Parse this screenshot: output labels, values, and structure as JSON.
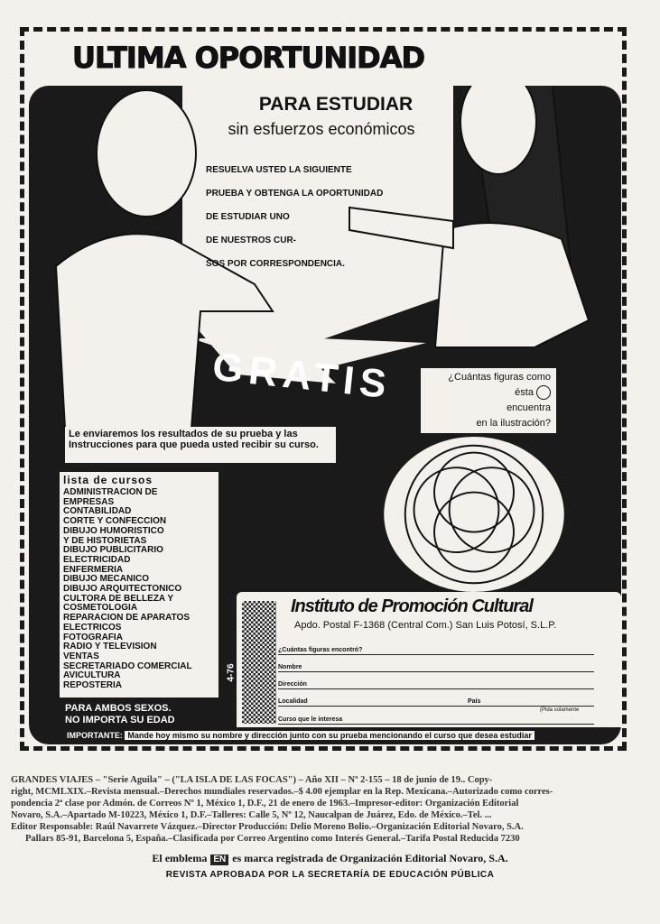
{
  "ad": {
    "headline": "ULTIMA OPORTUNIDAD",
    "subhead1": "PARA ESTUDIAR",
    "subhead2": "sin esfuerzos económicos",
    "intro_lines": [
      "RESUELVA USTED LA SIGUIENTE",
      "PRUEBA Y OBTENGA LA OPORTUNIDAD",
      "DE ESTUDIAR  UNO",
      "DE NUESTROS CUR-",
      "SOS POR CORRESPONDENCIA."
    ],
    "gratis": "GRATIS",
    "results_text": "Le enviaremos los resultados de su prueba y las Instrucciones para que pueda usted recibir su curso.",
    "question": [
      "¿Cuántas figuras como",
      "ésta",
      "encuentra",
      "en la ilustración?"
    ],
    "courses_title": "lista de cursos",
    "courses": [
      "ADMINISTRACION DE",
      "EMPRESAS",
      "CONTABILIDAD",
      "CORTE Y CONFECCION",
      "DIBUJO HUMORISTICO",
      "Y DE HISTORIETAS",
      "DIBUJO PUBLICITARIO",
      "ELECTRICIDAD",
      "ENFERMERIA",
      "DIBUJO MECANICO",
      "DIBUJO ARQUITECTONICO",
      "CULTORA DE BELLEZA Y",
      "COSMETOLOGIA",
      "REPARACION DE APARATOS",
      "ELECTRICOS",
      "FOTOGRAFIA",
      "RADIO Y TELEVISION",
      "VENTAS",
      "SECRETARIADO COMERCIAL",
      "AVICULTURA",
      "REPOSTERIA"
    ],
    "sexes": [
      "PARA AMBOS SEXOS.",
      "NO IMPORTA SU EDAD"
    ],
    "code": "4-76",
    "important_label": "IMPORTANTE:",
    "important_text": "Mande hoy mismo su nombre y dirección junto con su prueba mencionando el curso que desea estudiar"
  },
  "form": {
    "institute": "Instituto de Promoción Cultural",
    "address": "Apdo. Postal F-1368 (Central Com.) San Luis Potosí, S.L.P.",
    "fields": [
      "¿Cuántas figuras encontró?",
      "Nombre",
      "Dirección",
      "Localidad",
      "Curso que le interesa"
    ],
    "pais": "País",
    "note": "(Pida solamente"
  },
  "colophon": [
    "GRANDES VIAJES – \"Serie Aguila\" – (\"LA ISLA DE LAS FOCAS\") – Año XII – Nº 2-155 – 18 de junio de 19.. Copy-",
    "right, MCMLXIX.–Revista mensual.–Derechos mundiales reservados.–$ 4.00 ejemplar en la Rep. Mexicana.–Autorizado como corres-",
    "pondencia 2ª clase por Admón. de Correos Nº 1, México 1, D.F., 21 de enero de 1963.–Impresor-editor: Organización Editorial",
    "Novaro, S.A.–Apartado M-10223, México 1, D.F.–Talleres: Calle 5, Nº 12, Naucalpan de Juárez, Edo. de México.–Tel. ...",
    "Editor Responsable: Raúl Navarrete Vázquez.–Director Producción: Delio Moreno Bolio.–Organización Editorial Novaro, S.A.",
    "Pallars 85-91, Barcelona 5, España.–Clasificada por Correo Argentino como Interés General.–Tarifa Postal Reducida 7230"
  ],
  "emblem_pre": "El emblema",
  "emblem_logo": "EN",
  "emblem_post": "es marca registrada de Organización Editorial Novaro, S.A.",
  "approved": "REVISTA APROBADA POR LA SECRETARÍA DE EDUCACIÓN PÚBLICA"
}
